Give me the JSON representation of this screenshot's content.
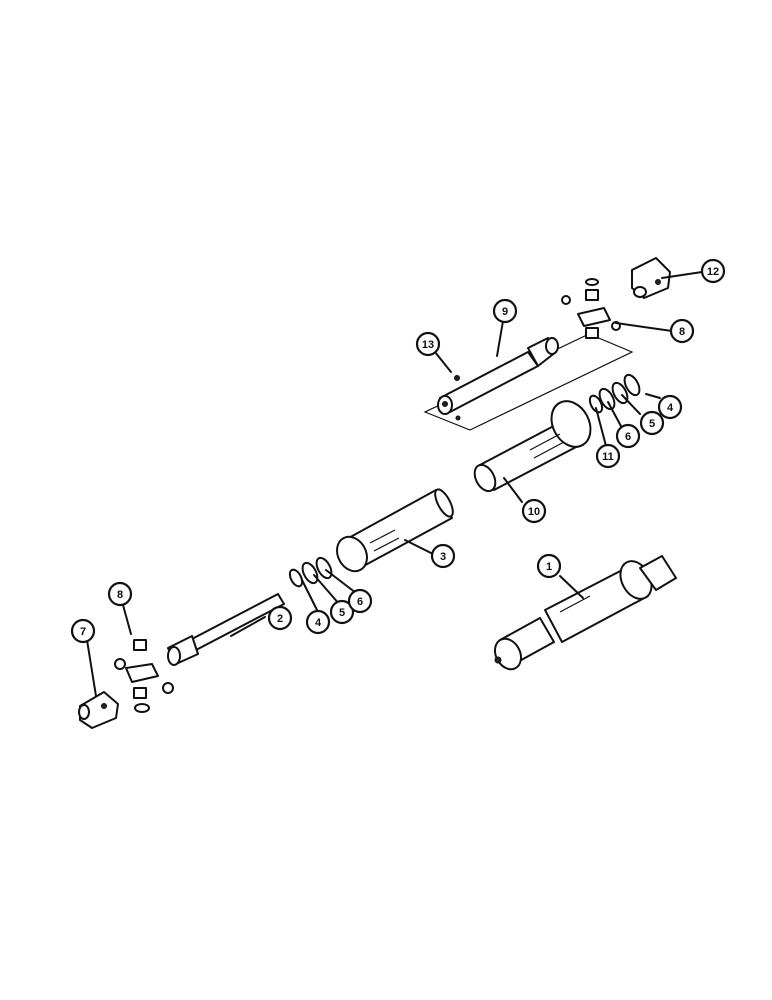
{
  "diagram": {
    "type": "exploded-parts-view",
    "callouts": [
      "1",
      "2",
      "3",
      "4",
      "5",
      "6",
      "7",
      "8",
      "9",
      "10",
      "11",
      "12",
      "13"
    ],
    "labels": {
      "c1": "1",
      "c2": "2",
      "c3": "3",
      "c4a": "4",
      "c5a": "5",
      "c6a": "6",
      "c4b": "4",
      "c5b": "5",
      "c6b": "6",
      "c7": "7",
      "c8a": "8",
      "c8b": "8",
      "c9": "9",
      "c10": "10",
      "c11": "11",
      "c12": "12",
      "c13": "13"
    }
  }
}
